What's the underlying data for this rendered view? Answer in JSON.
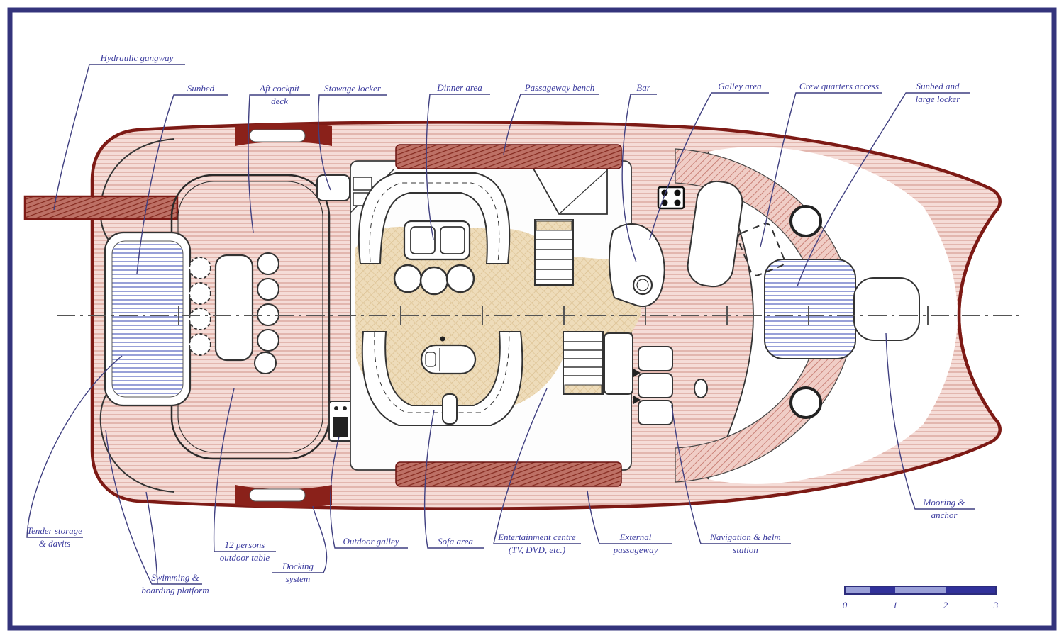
{
  "frame": {
    "border_color": "#34347c",
    "background": "#ffffff"
  },
  "drawing": {
    "type": "catamaran yacht main deck plan",
    "hull_color": "#7d1a15",
    "deck_pink": "#f5dcd7",
    "walkway_pink": "#f0cdc6",
    "bench_maroon": "#bd7065",
    "floor_tan": "#eedcba",
    "sunbed_blue": "#98a0d8",
    "label_color": "#3b3b9e"
  },
  "labels": {
    "top": [
      {
        "id": "hydraulic-gangway",
        "text": "Hydraulic gangway"
      },
      {
        "id": "sunbed-aft",
        "text": "Sunbed"
      },
      {
        "id": "aft-cockpit-deck",
        "line1": "Aft cockpit",
        "line2": "deck"
      },
      {
        "id": "stowage-locker",
        "text": "Stowage locker"
      },
      {
        "id": "dinner-area",
        "text": "Dinner area"
      },
      {
        "id": "passageway-bench",
        "text": "Passageway bench"
      },
      {
        "id": "bar",
        "text": "Bar"
      },
      {
        "id": "galley-area",
        "text": "Galley area"
      },
      {
        "id": "crew-quarters-access",
        "text": "Crew quarters access"
      },
      {
        "id": "sunbed-large-locker",
        "line1": "Sunbed and",
        "line2": "large locker"
      }
    ],
    "bottom": [
      {
        "id": "tender-storage",
        "line1": "Tender storage",
        "line2": "& davits"
      },
      {
        "id": "swimming-platform",
        "line1": "Swimming &",
        "line2": "boarding platform"
      },
      {
        "id": "outdoor-table",
        "line1": "12 persons",
        "line2": "outdoor table"
      },
      {
        "id": "docking-system",
        "line1": "Docking",
        "line2": "system"
      },
      {
        "id": "outdoor-galley",
        "text": "Outdoor galley"
      },
      {
        "id": "sofa-area",
        "text": "Sofa area"
      },
      {
        "id": "entertainment-centre",
        "line1": "Entertainment centre",
        "line2": "(TV, DVD, etc.)"
      },
      {
        "id": "external-passageway",
        "line1": "External",
        "line2": "passageway"
      },
      {
        "id": "navigation-helm",
        "line1": "Navigation & helm",
        "line2": "station"
      },
      {
        "id": "mooring-anchor",
        "line1": "Mooring &",
        "line2": "anchor"
      }
    ]
  },
  "scale_bar": {
    "ticks": [
      "0",
      "1",
      "2",
      "3"
    ]
  }
}
